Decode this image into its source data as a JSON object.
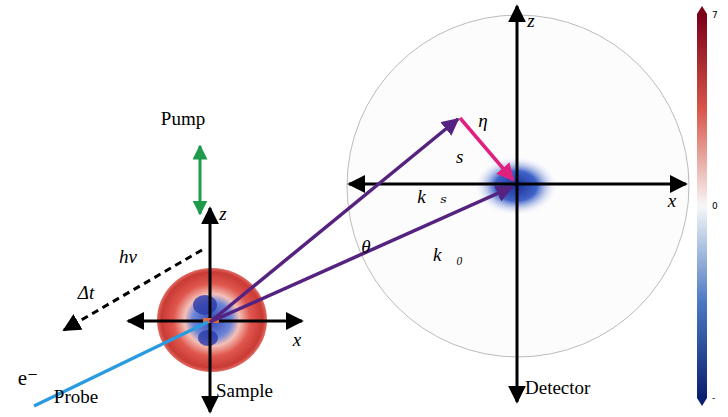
{
  "diagram": {
    "labels": [
      "Pump",
      "hν",
      "Δt",
      "e⁻",
      "Probe",
      "Sample",
      "z",
      "x",
      "z",
      "x",
      "k⃗ₛ",
      "k⃗₀",
      "θ",
      "η",
      "s⃗",
      "Detector",
      "7",
      "0",
      "-"
    ]
  }
}
